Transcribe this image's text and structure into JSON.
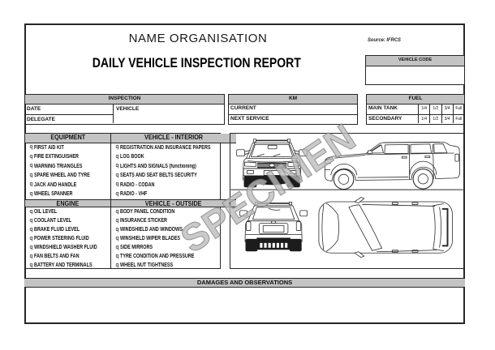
{
  "header": {
    "org_name": "NAME ORGANISATION",
    "title": "DAILY VEHICLE INSPECTION REPORT",
    "source_note": "Source: IFRCS"
  },
  "watermark": "SPECIMEN",
  "vehicle_code": {
    "label": "VEHICLE CODE",
    "value": ""
  },
  "inspection": {
    "header": "INSPECTION",
    "date_label": "DATE",
    "vehicle_label": "VEHICLE",
    "delegate_label": "DELEGATE",
    "date_value": "",
    "vehicle_value": "",
    "delegate_value": ""
  },
  "km": {
    "header": "KM",
    "rows": [
      {
        "label": "CURRENT",
        "value": ""
      },
      {
        "label": "NEXT SERVICE",
        "value": ""
      }
    ]
  },
  "fuel": {
    "header": "FUEL",
    "rows": [
      {
        "label": "MAIN TANK",
        "levels": [
          "1/4",
          "1/2",
          "3/4",
          "Full"
        ]
      },
      {
        "label": "SECONDARY",
        "levels": [
          "1/4",
          "1/2",
          "3/4",
          "Full"
        ]
      }
    ]
  },
  "checklist": {
    "checkbox_glyph": "q",
    "columns": [
      {
        "sections": [
          {
            "title": "EQUIPMENT",
            "items": [
              "FIRST AID KIT",
              "FIRE EXTINGUISHER",
              "WARNING TRIANGLES",
              "SPARE WHEEL AND TYRE",
              "JACK AND HANDLE",
              "WHEEL SPANNER"
            ]
          },
          {
            "title": "ENGINE",
            "items": [
              "OIL LEVEL",
              "COOLANT LEVEL",
              "BRAKE FLUID LEVEL",
              "POWER STEERING FLUID",
              "WINDSHIELD WASHER FLUID",
              "FAN BELTS AND FAN",
              "BATTERY AND TERMINALS"
            ]
          }
        ]
      },
      {
        "sections": [
          {
            "title": "VEHICLE - INTERIOR",
            "items": [
              "REGISTRATION AND INSURANCE PAPERS",
              "LOG BOOK",
              "LIGHTS AND SIGNALS (functioning)",
              "SEATS AND SEAT BELTS SECURITY",
              "RADIO - CODAN",
              "RADIO - VHF"
            ]
          },
          {
            "title": "VEHICLE - OUTSIDE",
            "items": [
              "BODY PANEL CONDITION",
              "INSURANCE STICKER",
              "WINDSHIELD AND WINDOWS",
              "WINSHIELD WIPER BLADES",
              "SIDE MIRRORS",
              "TYRE CONDITION AND PRESSURE",
              "WHEEL NUT TIGHTNESS"
            ]
          }
        ]
      }
    ]
  },
  "damages": {
    "header": "DAMAGES AND OBSERVATIONS",
    "notes": ""
  },
  "diagrams": {
    "views": [
      "vehicle-front-view",
      "vehicle-side-view",
      "vehicle-rear-view",
      "vehicle-top-view"
    ]
  },
  "colors": {
    "header_fill": "#c3c3c3",
    "border": "#262626",
    "watermark_gray": "#8c8c8c"
  }
}
